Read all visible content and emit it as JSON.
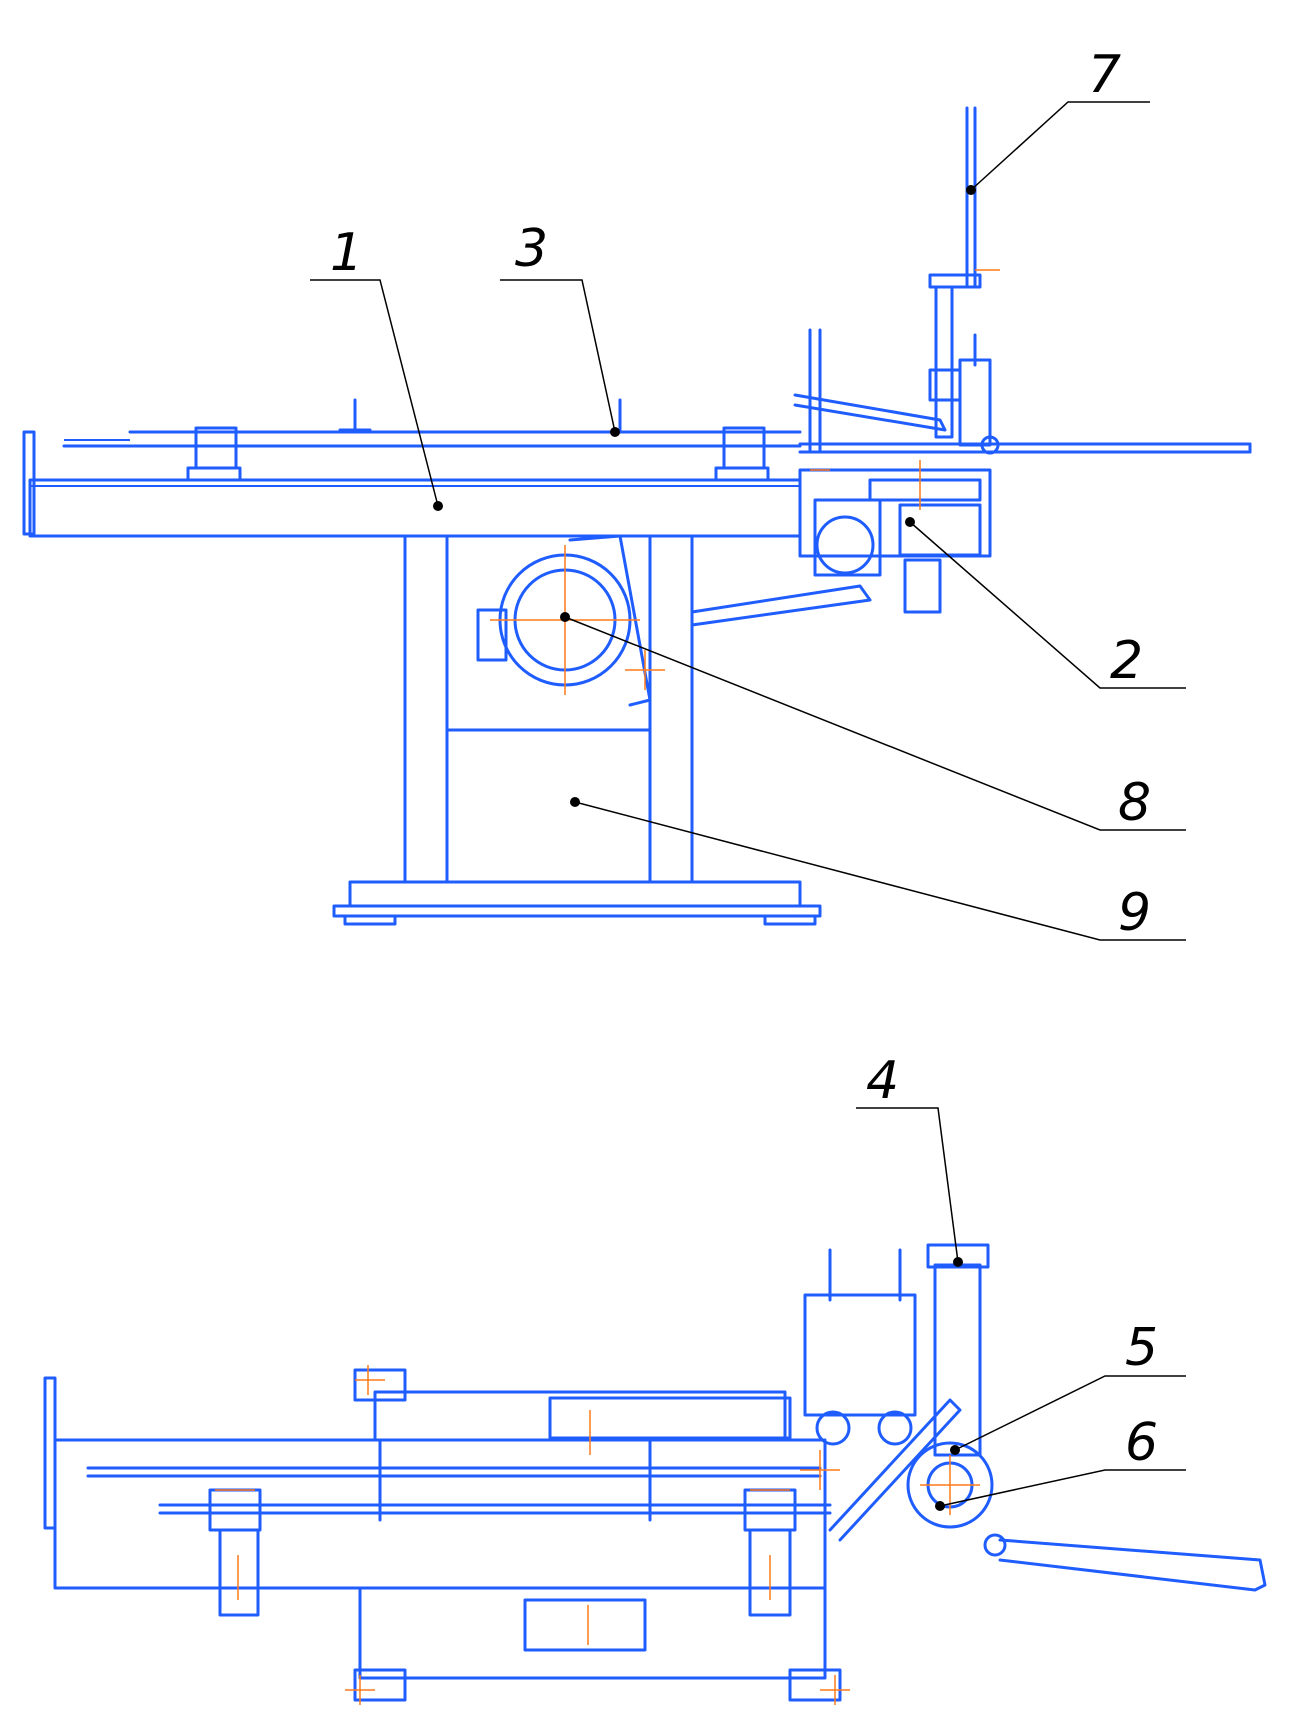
{
  "colors": {
    "outline": "#1f5dff",
    "center_marks": "#ff7a1a",
    "leaders": "#000000",
    "background": "#ffffff"
  },
  "callouts": [
    {
      "id": "1",
      "label": "1"
    },
    {
      "id": "2",
      "label": "2"
    },
    {
      "id": "3",
      "label": "3"
    },
    {
      "id": "4",
      "label": "4"
    },
    {
      "id": "5",
      "label": "5"
    },
    {
      "id": "6",
      "label": "6"
    },
    {
      "id": "7",
      "label": "7"
    },
    {
      "id": "8",
      "label": "8"
    },
    {
      "id": "9",
      "label": "9"
    }
  ]
}
